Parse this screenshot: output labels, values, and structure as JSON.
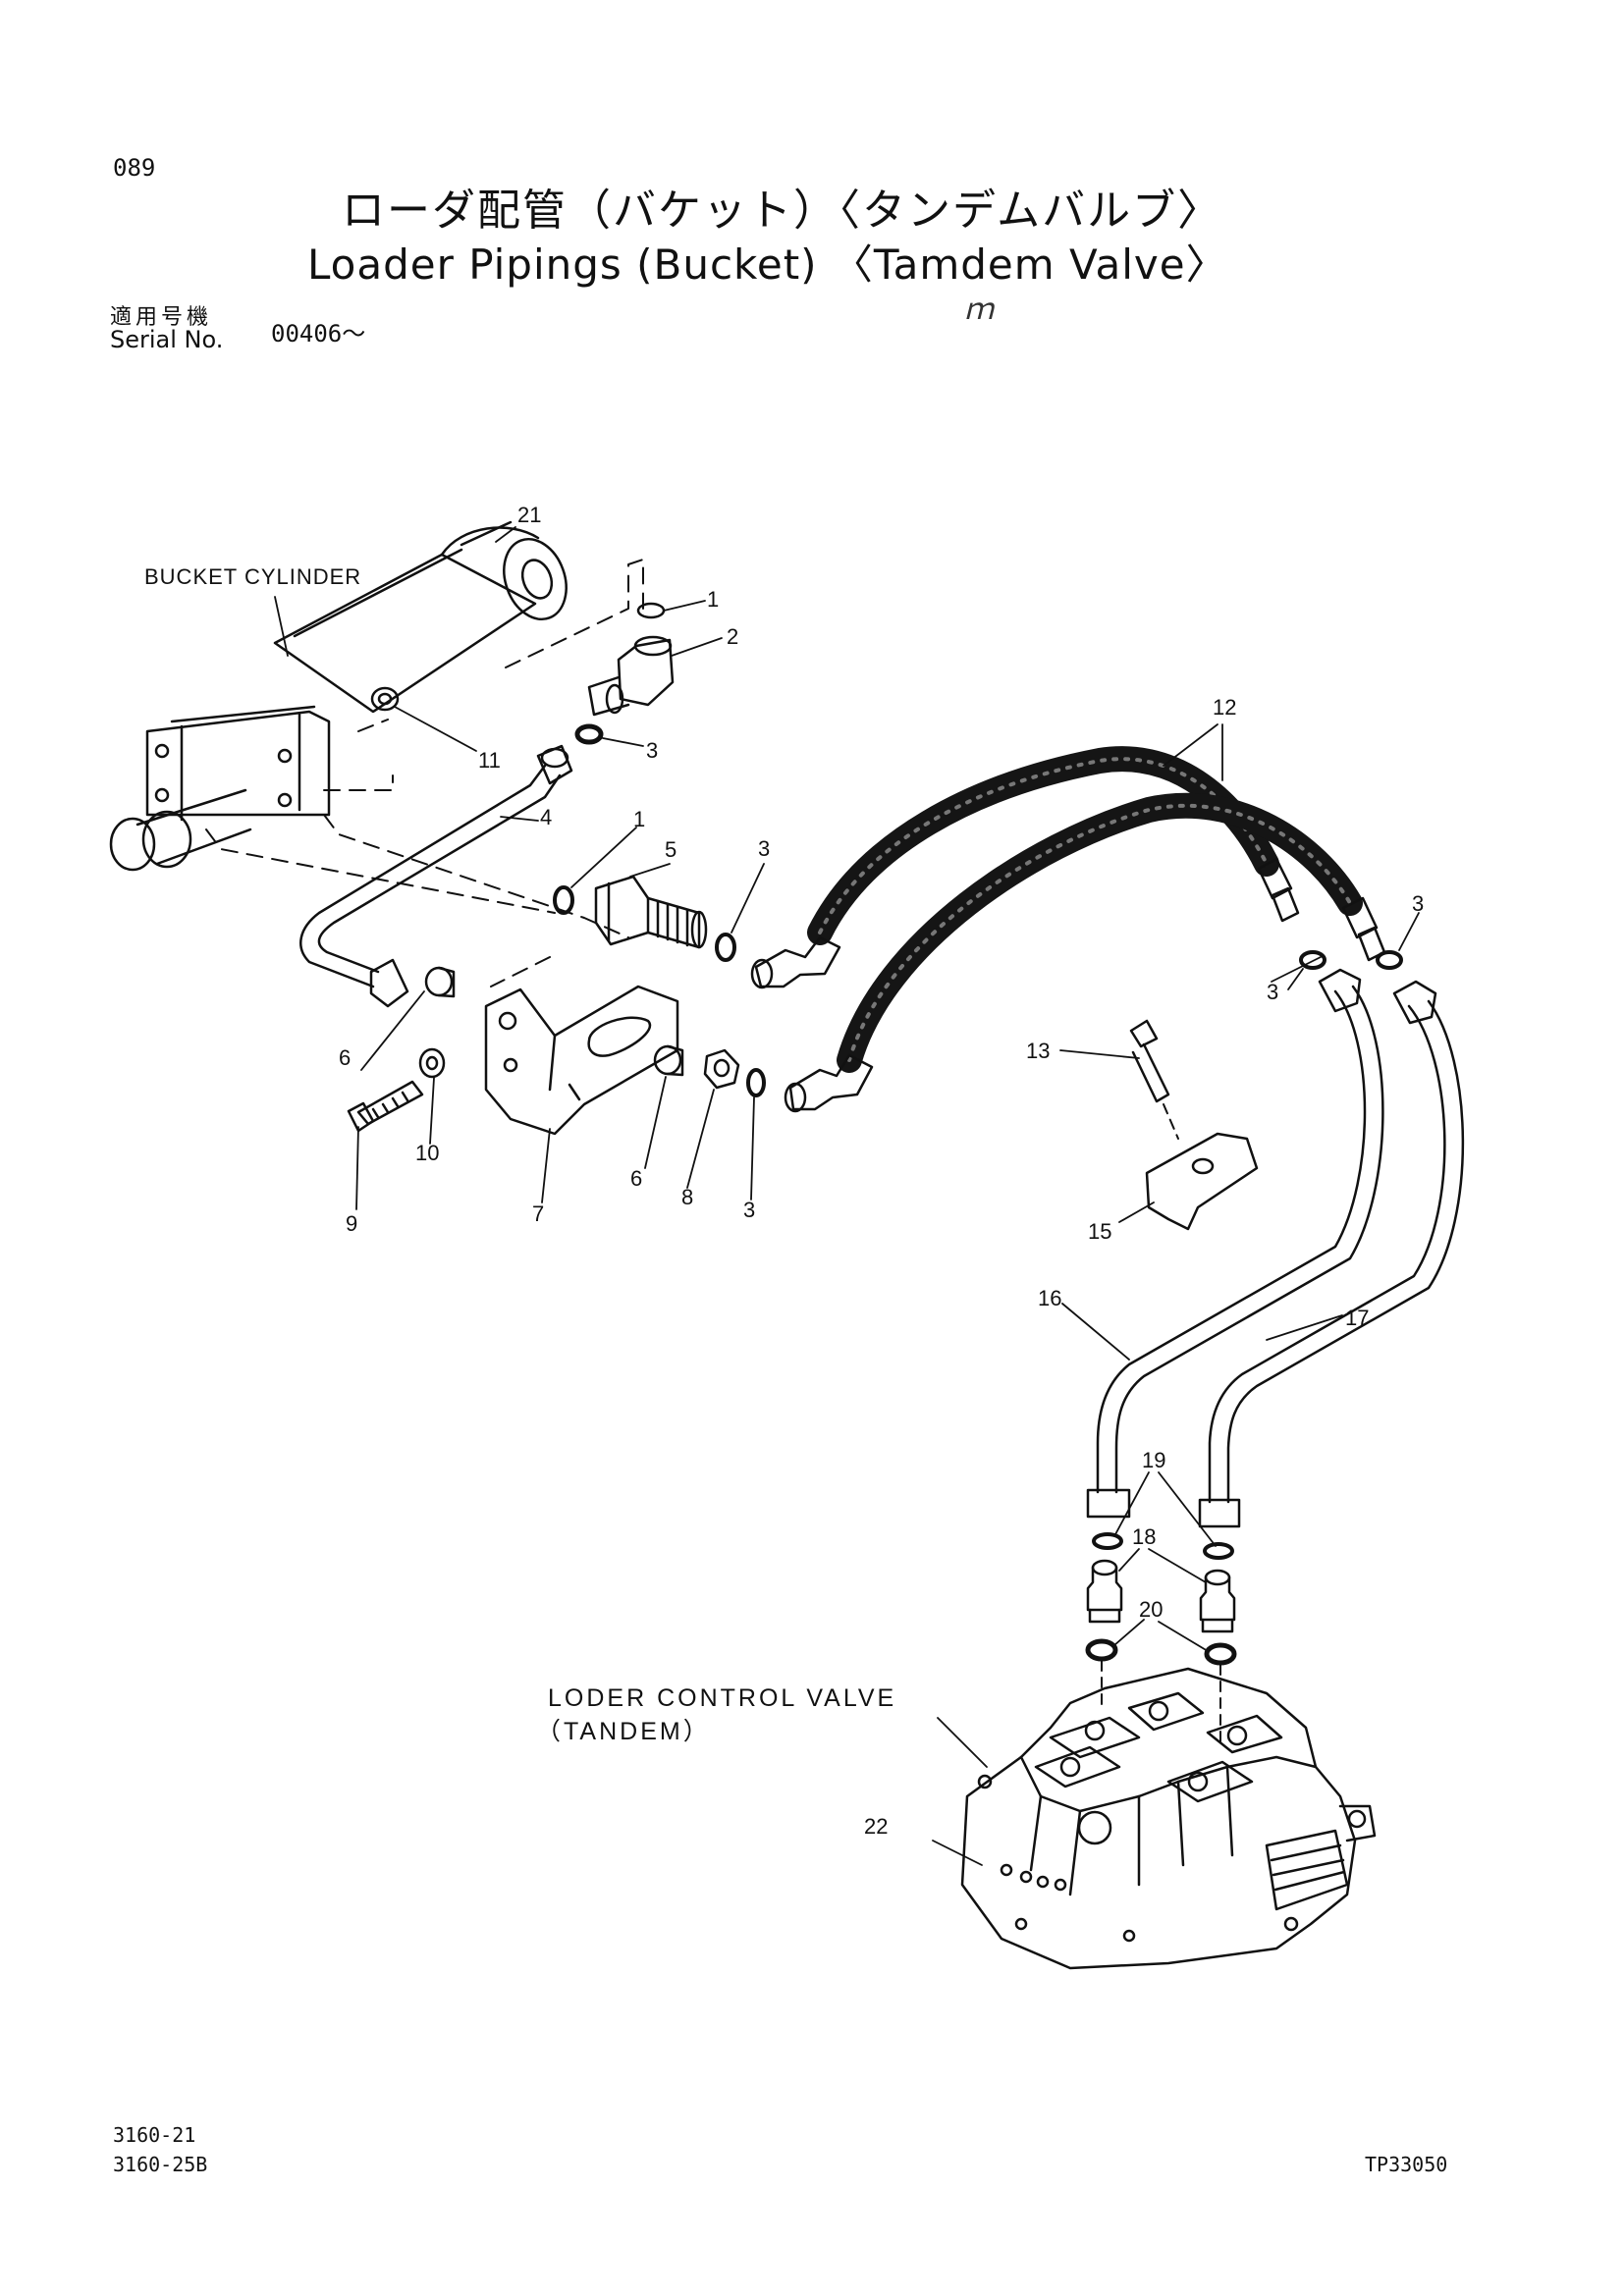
{
  "header": {
    "page_number": "089",
    "title_jp": "ローダ配管（バケット）〈タンデムバルブ〉",
    "title_en": "Loader Pipings (Bucket) 〈Tamdem Valve〉",
    "hand_note": "ｍ"
  },
  "serial": {
    "label_jp": "適用号機",
    "label_en": "Serial No.",
    "value": "00406～"
  },
  "diagram": {
    "captions": {
      "bucket_cylinder": "BUCKET CYLINDER",
      "control_valve_line1": "LODER  CONTROL  VALVE",
      "control_valve_line2": "（TANDEM）"
    },
    "callouts": {
      "c1a": "1",
      "c2": "2",
      "c3a": "3",
      "c11": "11",
      "c12": "12",
      "c21": "21",
      "c4": "4",
      "c1b": "1",
      "c5": "5",
      "c3b": "3",
      "c3c": "3",
      "c3d": "3",
      "c6a": "6",
      "c10": "10",
      "c9": "9",
      "c7": "7",
      "c6b": "6",
      "c8": "8",
      "c3e": "3",
      "c13": "13",
      "c15": "15",
      "c16": "16",
      "c17": "17",
      "c19": "19",
      "c18": "18",
      "c20": "20",
      "c22": "22"
    }
  },
  "footer": {
    "ref_1": "3160-21",
    "ref_2": "3160-25B",
    "code": "TP33050"
  }
}
